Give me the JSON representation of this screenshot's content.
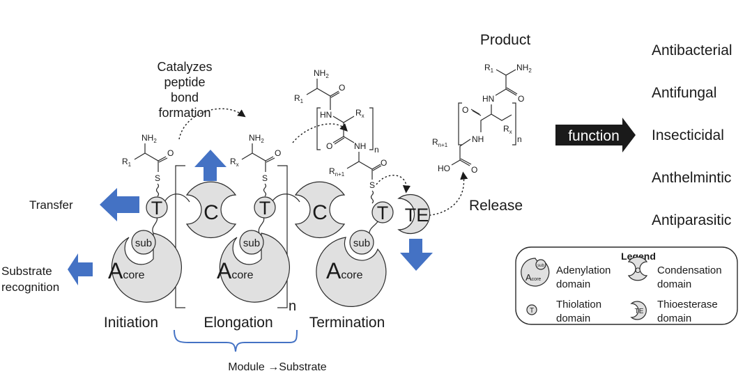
{
  "annotations": {
    "catalyzes": [
      "Catalyzes",
      "peptide",
      "bond",
      "formation"
    ],
    "transfer": "Transfer",
    "substrate_recognition": [
      "Substrate",
      "recognition"
    ],
    "release": "Release",
    "product": "Product",
    "repeat_n": "n",
    "module_substrate": "Module →Substrate"
  },
  "stages": {
    "initiation": "Initiation",
    "elongation": "Elongation",
    "termination": "Termination"
  },
  "domains": {
    "t": "T",
    "c": "C",
    "te": "TE",
    "sub": "sub",
    "a_main": "A",
    "a_core": "core"
  },
  "chem": {
    "nh2": "NH",
    "two": "2",
    "o": "O",
    "s": "S",
    "r": "R",
    "sub1": "1",
    "subx": "x",
    "subn1": "n+1",
    "hn": "HN",
    "nh": "NH",
    "ho": "HO",
    "n": "n"
  },
  "function": {
    "arrow_label": "function",
    "activities": [
      "Antibacterial",
      "Antifungal",
      "Insecticidal",
      "Anthelmintic",
      "Antiparasitic"
    ]
  },
  "legend": {
    "title": "Legend",
    "items": [
      {
        "name": "Adenylation",
        "suffix": "domain"
      },
      {
        "name": "Condensation",
        "suffix": "domain"
      },
      {
        "name": "Thiolation",
        "suffix": "domain"
      },
      {
        "name": "Thioesterase",
        "suffix": "domain"
      }
    ]
  },
  "colors": {
    "domain_fill": "#e0e0e0",
    "arrow_blue": "#4472c4",
    "brace_blue": "#4472c4",
    "function_arrow": "#1a1a1a"
  }
}
